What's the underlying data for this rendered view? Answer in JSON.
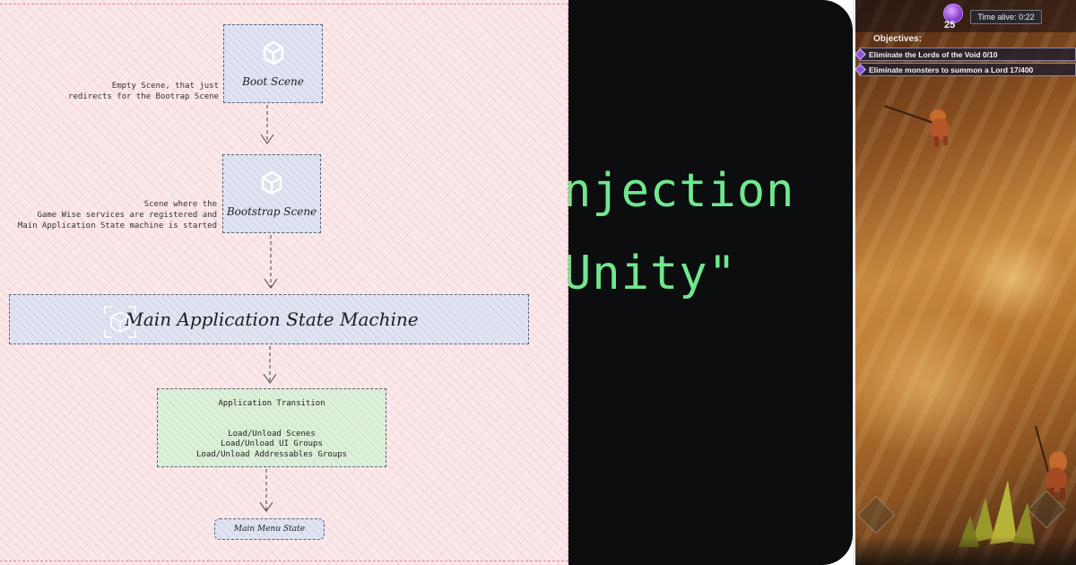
{
  "diagram": {
    "boot_scene": {
      "title": "Boot Scene",
      "note": "Empty Scene, that just\nredirects for the Bootrap Scene"
    },
    "bootstrap_scene": {
      "title": "Bootstrap Scene",
      "note": "Scene where the\nGame Wise services are registered and\nMain Application State machine is started"
    },
    "main_state_machine": {
      "title": "Main Application State Machine"
    },
    "application_transition": {
      "title": "Application Transition",
      "items": [
        "Load/Unload Scenes",
        "Load/Unload UI Groups",
        "Load/Unload Addressables Groups"
      ]
    },
    "main_menu_state": {
      "title": "Main Menu State"
    },
    "colors": {
      "background": "#fbe9ea",
      "blue_node": "#dfe3f2",
      "green_node": "#ddefd9",
      "border": "#5a6376"
    }
  },
  "code_panel": {
    "line1": "njection",
    "line2": "Unity\"",
    "colors": {
      "background": "#0c0d0f",
      "text": "#6fe88d"
    }
  },
  "game": {
    "gem_count": "25",
    "time_alive": "Time alive: 0:22",
    "objectives_label": "Objectives:",
    "objectives": [
      "Eliminate the Lords of the Void 0/10",
      "Eliminate monsters to summon a Lord 17/400"
    ]
  }
}
